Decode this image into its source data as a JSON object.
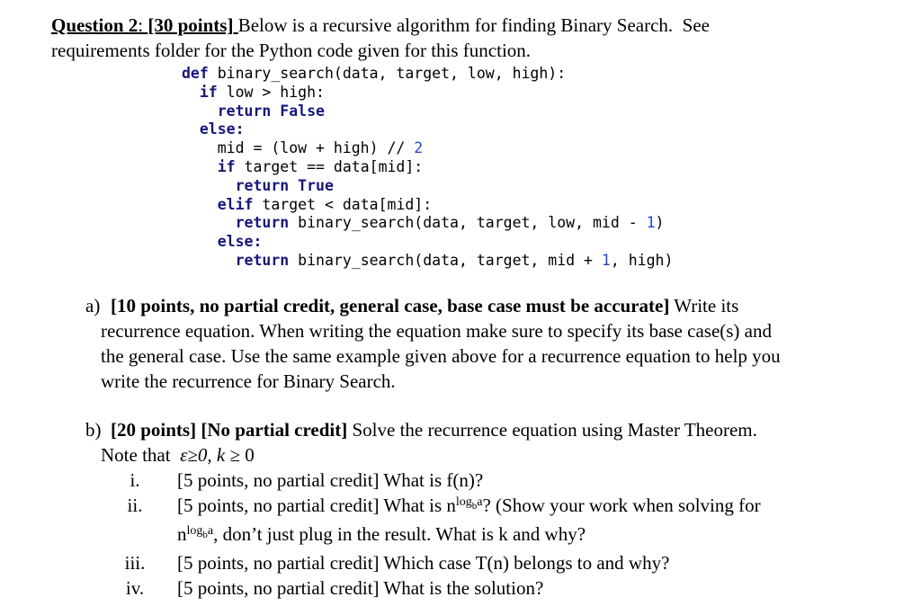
{
  "colors": {
    "background": "#ffffff",
    "body_text": "#000000",
    "code_keyword": "#17177c",
    "code_number": "#2845d2"
  },
  "header": {
    "line1": [
      {
        "t": "Question 2",
        "s": "b u"
      },
      {
        "t": ": ",
        "s": "u"
      },
      {
        "t": "[30 points]",
        "s": "b u"
      },
      {
        "t": " ",
        "s": "u"
      },
      {
        "t": "Below is a recursive algorithm for finding Binary Search.  See",
        "s": ""
      }
    ],
    "line2": [
      {
        "t": "requirements folder for the Python code given for this function.",
        "s": ""
      }
    ]
  },
  "code": {
    "language": "python",
    "plain_text": "def binary_search(data, target, low, high):\n  if low > high:\n    return False\n  else:\n    mid = (low + high) // 2\n    if target == data[mid]:\n      return True\n    elif target < data[mid]:\n      return binary_search(data, target, low, mid - 1)\n    else:\n      return binary_search(data, target, mid + 1, high)",
    "lines": [
      [
        {
          "c": "kw",
          "t": "def"
        },
        {
          "c": "p",
          "t": " binary_search(data, target, low, high):"
        }
      ],
      [
        {
          "c": "p",
          "t": "  "
        },
        {
          "c": "kw",
          "t": "if"
        },
        {
          "c": "p",
          "t": " low > high:"
        }
      ],
      [
        {
          "c": "p",
          "t": "    "
        },
        {
          "c": "kw",
          "t": "return"
        },
        {
          "c": "p",
          "t": " "
        },
        {
          "c": "kw",
          "t": "False"
        }
      ],
      [
        {
          "c": "p",
          "t": "  "
        },
        {
          "c": "kw",
          "t": "else:"
        }
      ],
      [
        {
          "c": "p",
          "t": "    mid = (low + high) // "
        },
        {
          "c": "num",
          "t": "2"
        }
      ],
      [
        {
          "c": "p",
          "t": "    "
        },
        {
          "c": "kw",
          "t": "if"
        },
        {
          "c": "p",
          "t": " target == data[mid]:"
        }
      ],
      [
        {
          "c": "p",
          "t": "      "
        },
        {
          "c": "kw",
          "t": "return"
        },
        {
          "c": "p",
          "t": " "
        },
        {
          "c": "kw",
          "t": "True"
        }
      ],
      [
        {
          "c": "p",
          "t": "    "
        },
        {
          "c": "kw",
          "t": "elif"
        },
        {
          "c": "p",
          "t": " target < data[mid]:"
        }
      ],
      [
        {
          "c": "p",
          "t": "      "
        },
        {
          "c": "kw",
          "t": "return"
        },
        {
          "c": "p",
          "t": " binary_search(data, target, low, mid - "
        },
        {
          "c": "num",
          "t": "1"
        },
        {
          "c": "p",
          "t": ")"
        }
      ],
      [
        {
          "c": "p",
          "t": "    "
        },
        {
          "c": "kw",
          "t": "else:"
        }
      ],
      [
        {
          "c": "p",
          "t": "      "
        },
        {
          "c": "kw",
          "t": "return"
        },
        {
          "c": "p",
          "t": " binary_search(data, target, mid + "
        },
        {
          "c": "num",
          "t": "1"
        },
        {
          "c": "p",
          "t": ", high)"
        }
      ]
    ]
  },
  "question_a": {
    "label": "a)",
    "line1": [
      {
        "t": "[10 points, no partial credit, general case, base case must be accurate]",
        "s": "b"
      },
      {
        "t": " Write its",
        "s": ""
      }
    ],
    "line2": [
      {
        "t": "recurrence equation. When writing the equation make sure to specify its base case(s) and",
        "s": ""
      }
    ],
    "line3": [
      {
        "t": "the general case. Use the same example given above for a recurrence equation to help you",
        "s": ""
      }
    ],
    "line4": [
      {
        "t": "write the recurrence for Binary Search.",
        "s": ""
      }
    ]
  },
  "question_b": {
    "label": "b)",
    "line1": [
      {
        "t": "[20 points] [No partial credit]",
        "s": "b"
      },
      {
        "t": " Solve the recurrence equation using Master Theorem.",
        "s": ""
      }
    ],
    "note_line": [
      {
        "t": "Note that  ",
        "s": ""
      },
      {
        "t": "ε≥0, k",
        "s": "i"
      },
      {
        "t": " ≥ 0",
        "s": ""
      }
    ],
    "sub_rows": [
      {
        "num": "i.",
        "segs": [
          {
            "t": "[5 points, no partial credit] What is f(n)?",
            "s": ""
          }
        ]
      },
      {
        "num": "ii.",
        "segs": [
          {
            "t": "[5 points, no partial credit] What is n",
            "s": ""
          },
          {
            "t": "log",
            "s": "sup"
          },
          {
            "t": "b",
            "s": "ssub"
          },
          {
            "t": "a",
            "s": "sup"
          },
          {
            "t": "? (Show your work when solving for",
            "s": ""
          }
        ]
      },
      {
        "num": "",
        "segs": [
          {
            "t": "n",
            "s": ""
          },
          {
            "t": "log",
            "s": "sup"
          },
          {
            "t": "b",
            "s": "ssub"
          },
          {
            "t": "a",
            "s": "sup"
          },
          {
            "t": ", don’t just plug in the result. What is k and why?",
            "s": ""
          }
        ]
      },
      {
        "num": "iii.",
        "segs": [
          {
            "t": "[5 points, no partial credit] Which case T(n) belongs to and why?",
            "s": ""
          }
        ]
      },
      {
        "num": "iv.",
        "segs": [
          {
            "t": "[5 points, no partial credit] What is the solution?",
            "s": ""
          }
        ]
      }
    ]
  }
}
